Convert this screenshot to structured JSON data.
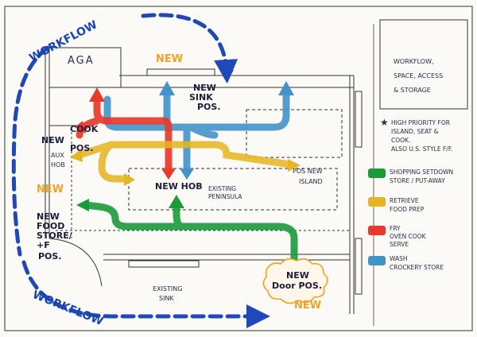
{
  "colors": {
    "shopping": "#1a9b3a",
    "retrieve": "#e5b624",
    "fry": "#e8392b",
    "wash": "#4493c8",
    "workflow": "#1f48b8",
    "new_label": "#f0a322",
    "ink": "#1b1d3a"
  },
  "workflow_top": "WORKFLOW",
  "workflow_bottom": "WORKFLOW",
  "rooms": {
    "aga": "AGA",
    "new_sink": [
      "NEW",
      "SINK",
      "POS."
    ],
    "new_cook": [
      "NEW",
      "COOK",
      "POS."
    ],
    "aux_hob": [
      "AUX",
      "HOB"
    ],
    "new_hob": "NEW HOB",
    "existing_peninsula": [
      "EXISTING",
      "PENINSULA"
    ],
    "pos_new_island": [
      "POS NEW",
      "ISLAND"
    ],
    "new_food_store": [
      "NEW",
      "FOOD",
      "STORE/",
      "+F",
      "POS."
    ],
    "existing_sink": [
      "EXISTING",
      "SINK"
    ],
    "new_door": [
      "NEW",
      "Door POS."
    ]
  },
  "new_markers": [
    "NEW",
    "NEW",
    "NEW"
  ],
  "notes": {
    "box_title": [
      "WORKFLOW,",
      "SPACE, ACCESS",
      "& STORAGE"
    ],
    "priority": [
      "HIGH PRIORITY FOR",
      "ISLAND, SEAT &",
      "COOK.",
      "ALSO U.S. STYLE F/F."
    ],
    "priority_icon": "star-icon"
  },
  "legend": [
    {
      "key": "shopping",
      "lines": [
        "SHOPPING SETDOWN",
        "STORE / PUT-AWAY"
      ]
    },
    {
      "key": "retrieve",
      "lines": [
        "RETRIEVE",
        "FOOD PREP"
      ]
    },
    {
      "key": "fry",
      "lines": [
        "FRY",
        "OVEN COOK",
        "SERVE"
      ]
    },
    {
      "key": "wash",
      "lines": [
        "WASH",
        "CROCKERY STORE"
      ]
    }
  ]
}
